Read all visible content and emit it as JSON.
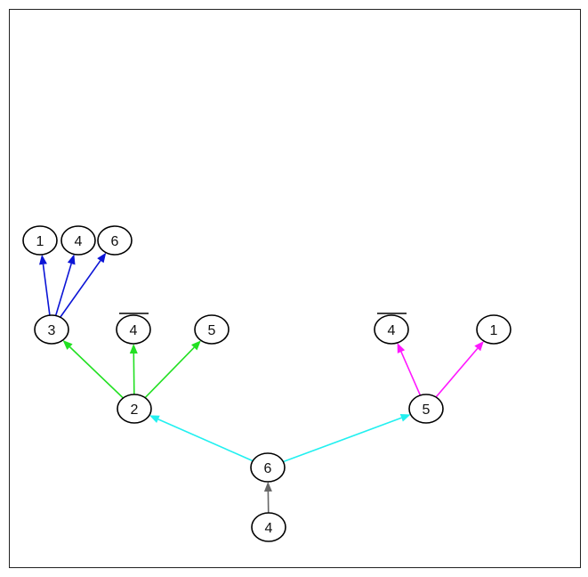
{
  "colors": {
    "blue": "#0b14d6",
    "green": "#22e022",
    "magenta": "#ff18ff",
    "cyan": "#22f0f0",
    "gray": "#666666"
  },
  "nodes": [
    {
      "id": "n6",
      "label": "6",
      "overline": false
    },
    {
      "id": "n4b",
      "label": "4",
      "overline": false
    },
    {
      "id": "n2",
      "label": "2",
      "overline": false
    },
    {
      "id": "n5",
      "label": "5",
      "overline": false
    },
    {
      "id": "n3",
      "label": "3",
      "overline": false
    },
    {
      "id": "n4g",
      "label": "4",
      "overline": true
    },
    {
      "id": "n5g",
      "label": "5",
      "overline": false
    },
    {
      "id": "n1a",
      "label": "1",
      "overline": false
    },
    {
      "id": "n4a",
      "label": "4",
      "overline": false
    },
    {
      "id": "n6a",
      "label": "6",
      "overline": false
    },
    {
      "id": "n4m",
      "label": "4",
      "overline": true
    },
    {
      "id": "n1m",
      "label": "1",
      "overline": false
    }
  ],
  "edges": [
    {
      "from": "n4b",
      "to": "n6",
      "color": "gray"
    },
    {
      "from": "n6",
      "to": "n2",
      "color": "cyan"
    },
    {
      "from": "n6",
      "to": "n5",
      "color": "cyan"
    },
    {
      "from": "n2",
      "to": "n3",
      "color": "green"
    },
    {
      "from": "n2",
      "to": "n4g",
      "color": "green"
    },
    {
      "from": "n2",
      "to": "n5g",
      "color": "green"
    },
    {
      "from": "n3",
      "to": "n1a",
      "color": "blue"
    },
    {
      "from": "n3",
      "to": "n4a",
      "color": "blue"
    },
    {
      "from": "n3",
      "to": "n6a",
      "color": "blue"
    },
    {
      "from": "n5",
      "to": "n4m",
      "color": "magenta"
    },
    {
      "from": "n5",
      "to": "n1m",
      "color": "magenta"
    }
  ]
}
